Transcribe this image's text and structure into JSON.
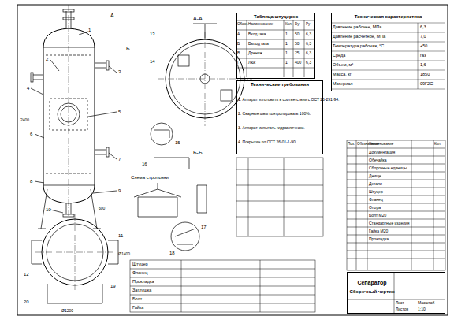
{
  "diagram": {
    "nodes": [
      {
        "text": [
          "Таблица штуцеров"
        ]
      },
      {
        "text": [
          "Технические требования"
        ]
      },
      {
        "text": [
          "Техническая характеристика"
        ]
      },
      {
        "text": [
          "Сепаратор",
          "Сборочный чертеж"
        ]
      }
    ],
    "labels": [
      "1",
      "2",
      "3",
      "4",
      "5",
      "6",
      "7",
      "8",
      "9",
      "10",
      "11",
      "12",
      "13",
      "14",
      "15",
      "16",
      "17",
      "18",
      "19",
      "20",
      "А",
      "Б",
      "А-А",
      "Б-Б",
      "Схема строповки",
      "2400",
      "Ø1200",
      "600",
      "Ø1400",
      "Обозн.",
      "Наименование",
      "Кол.",
      "Dy",
      "Py",
      "А",
      "Вход газа",
      "1",
      "50",
      "6,3",
      "Б",
      "Выход газа",
      "1",
      "50",
      "6,3",
      "В",
      "Дренаж",
      "1",
      "25",
      "6,3",
      "Г",
      "Люк",
      "1",
      "400",
      "6,3",
      "1. Аппарат изготовить в соответствии с ОСТ 26-291-94.",
      "2. Сварные швы контролировать 100%.",
      "3. Аппарат испытать гидравлически.",
      "4. Покрытие по ОСТ 26-01-1-90.",
      "Давление рабочее, МПа",
      "6,3",
      "Давление расчетное, МПа",
      "7,0",
      "Температура рабочая, °C",
      "+50",
      "Среда",
      "газ",
      "Объем, м³",
      "1,6",
      "Масса, кг",
      "1850",
      "Материал",
      "09Г2С",
      "Поз.",
      "Обозначение",
      "Наименование",
      "Кол.",
      "Документация",
      "Сборочные единицы",
      "Детали",
      "Стандартные изделия",
      "Обечайка",
      "Днище",
      "Штуцер",
      "Фланец",
      "Опора",
      "Болт М20",
      "Гайка М20",
      "Прокладка",
      "Штуцер",
      "Фланец",
      "Прокладка",
      "Заглушка",
      "Болт",
      "Гайка",
      "Лист",
      "Листов",
      "Масштаб",
      "1:10"
    ]
  }
}
